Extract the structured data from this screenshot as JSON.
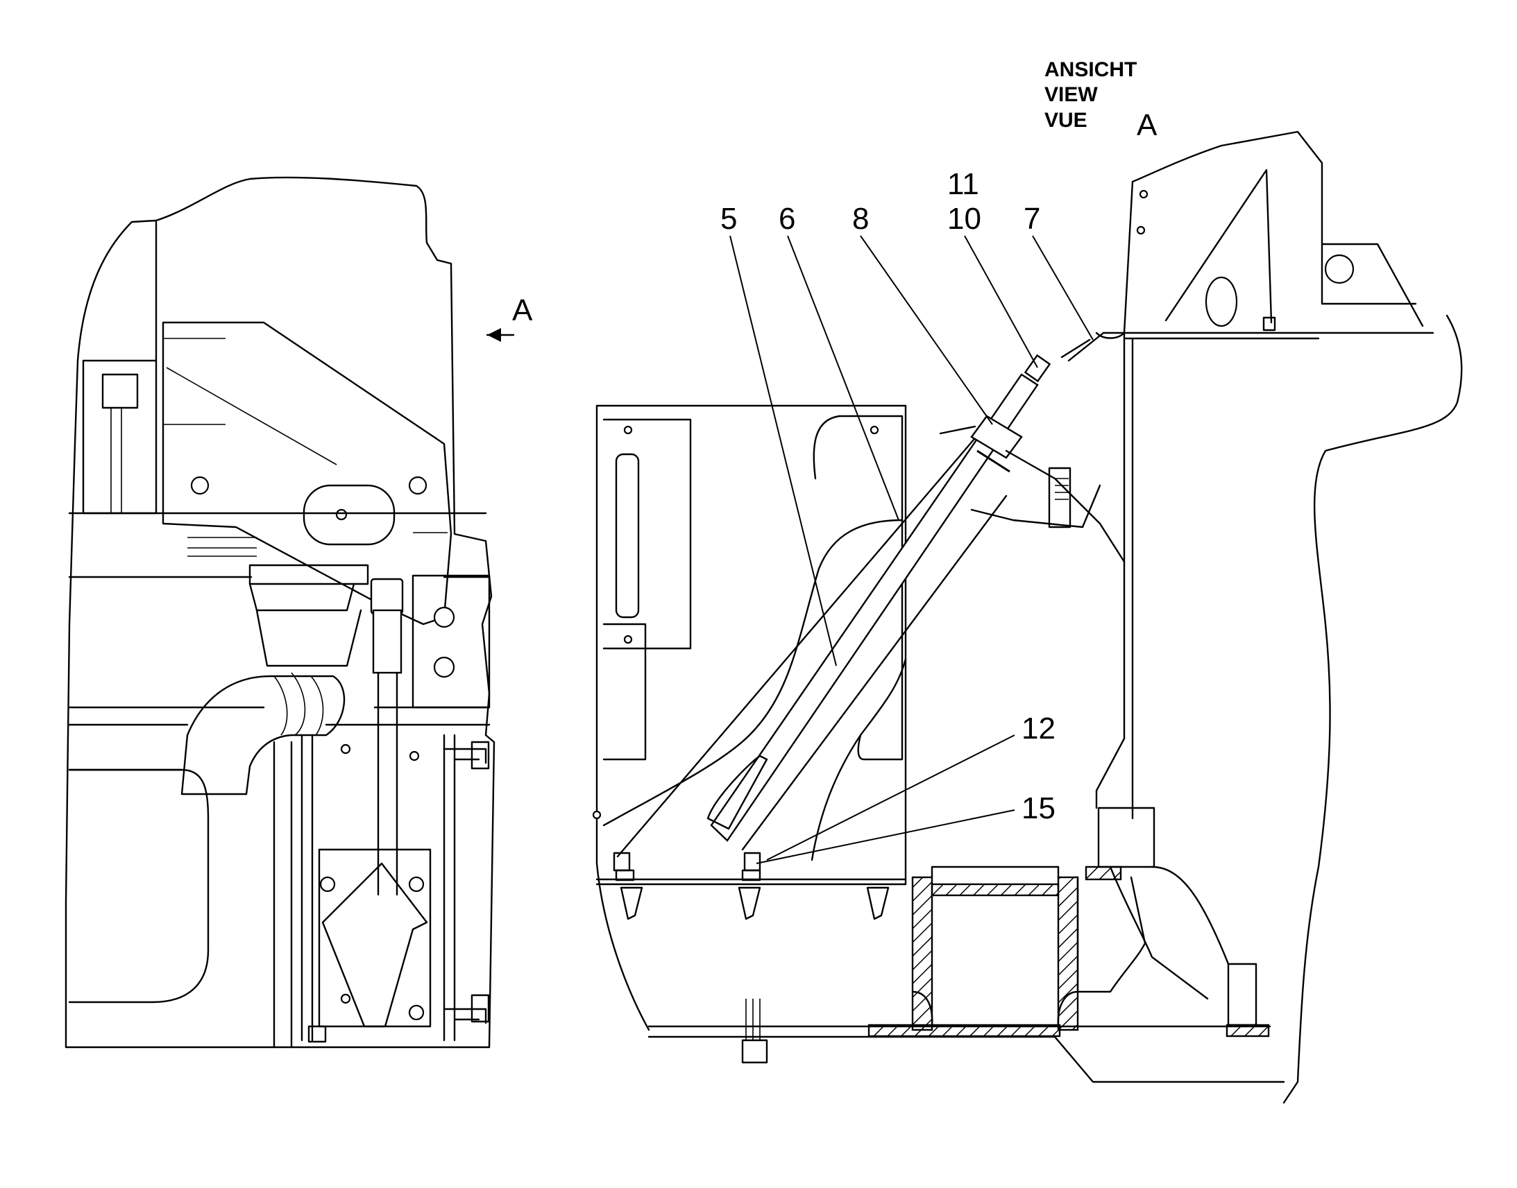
{
  "view_caption": {
    "line1": "ANSICHT",
    "line2": "VIEW",
    "line3": "VUE",
    "letter": "A"
  },
  "view_arrow_label": "A",
  "callouts": {
    "c5": "5",
    "c6": "6",
    "c8": "8",
    "c11": "11",
    "c10": "10",
    "c7": "7",
    "c12": "12",
    "c15": "15"
  },
  "colors": {
    "line": "#000000",
    "background": "#ffffff"
  }
}
